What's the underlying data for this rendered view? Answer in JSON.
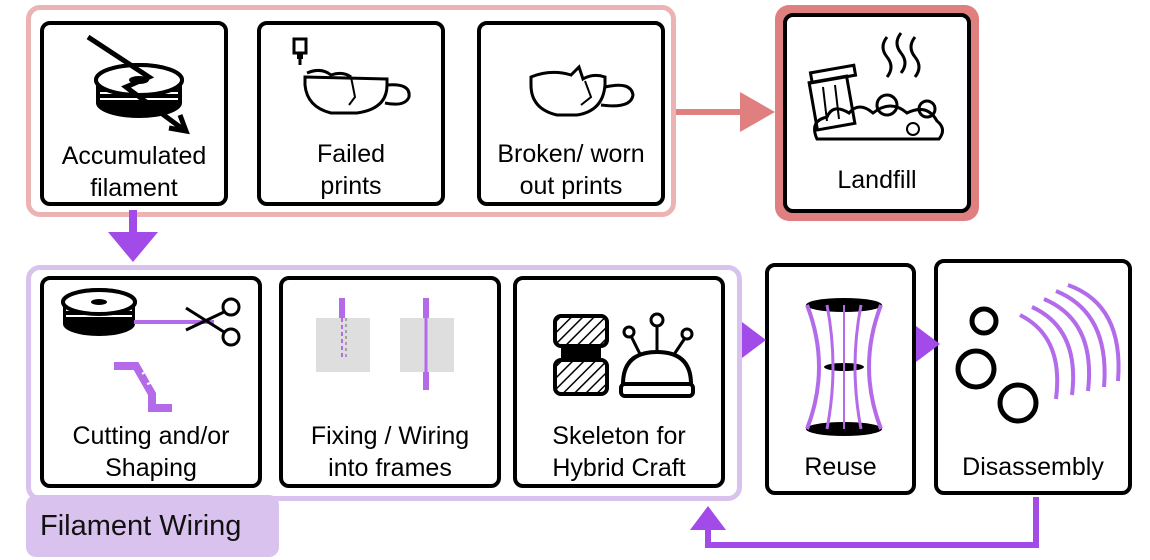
{
  "nodes": {
    "accumulated": "Accumulated\nfilament",
    "failed": "Failed\nprints",
    "broken": "Broken/ worn\nout prints",
    "landfill": "Landfill",
    "cutting": "Cutting and/or\nShaping",
    "fixing": "Fixing / Wiring\ninto frames",
    "skeleton": "Skeleton for\nHybrid Craft",
    "reuse": "Reuse",
    "disassembly": "Disassembly"
  },
  "group_label": "Filament Wiring",
  "colors": {
    "waste_border": "#ebb3b4",
    "landfill_frame": "#e07f80",
    "waste_arrow": "#e07f80",
    "wiring_fill": "#d9c2ee",
    "purple": "#b36bea",
    "purple_dark": "#a34be8"
  },
  "icons": {
    "accumulated": "filament-spool-icon",
    "failed": "failed-print-cup-icon",
    "broken": "broken-cup-icon",
    "landfill": "trash-heap-icon",
    "cutting": "spool-scissors-icon",
    "fixing": "wire-frame-icon",
    "skeleton": "yarn-pincushion-icon",
    "reuse": "hourglass-wire-icon",
    "disassembly": "rings-arcs-icon"
  }
}
